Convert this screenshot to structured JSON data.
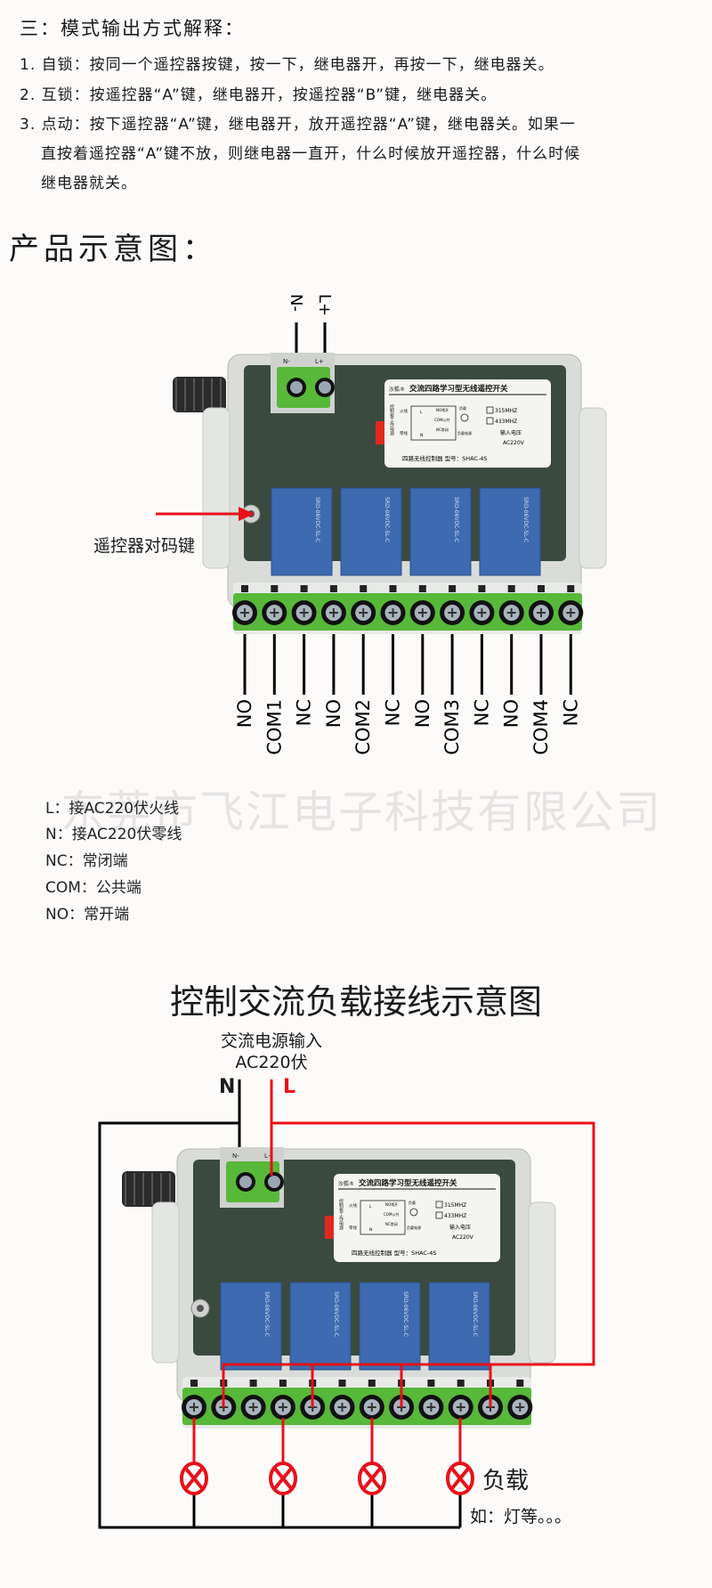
{
  "section3": {
    "heading": "三：模式输出方式解释：",
    "lines": [
      "1. 自锁：按同一个遥控器按键，按一下，继电器开，再按一下，继电器关。",
      "2. 互锁：按遥控器“A”键，继电器开，按遥控器“B”键，继电器关。",
      "3. 点动：按下遥控器“A”键，继电器开，放开遥控器“A”键，继电器关。如果一",
      "直按着遥控器“A”键不放，则继电器一直开，什么时候放开遥控器，什么时候",
      "继电器就关。"
    ]
  },
  "product": {
    "heading": "产品示意图：",
    "power_terminals": [
      "N-",
      "L+"
    ],
    "pair_button_label": "遥控器对码键",
    "output_terminals": [
      "NO",
      "COM1",
      "NC",
      "NO",
      "COM2",
      "NC",
      "NO",
      "COM3",
      "NC",
      "NO",
      "COM4",
      "NC"
    ],
    "watermark": "东莞市飞江电子科技有限公司"
  },
  "device_label": {
    "brand": "沙狐®",
    "title": "交流四路学习型无线遥控开关",
    "side": "控制板工作电源",
    "live": "火线",
    "neutral": "零线",
    "L": "L",
    "N": "N",
    "no": "NO常开",
    "com": "COM公共",
    "nc": "NC常闭",
    "load": "负载",
    "load_power": "负载电源",
    "freq1": "315MHZ",
    "freq2": "433MHZ",
    "input_voltage": "输入电压",
    "voltage": "AC220V",
    "footer": "四路无线控制器  型号：SHAC-4S",
    "relay_text": "SRD-06VDC-SL-C",
    "terminal_marks": [
      "N-",
      "L+"
    ]
  },
  "legend": [
    "L：接AC220伏火线",
    "N：接AC220伏零线",
    "NC：常闭端",
    "COM：公共端",
    "NO：常开端"
  ],
  "wiring": {
    "title": "控制交流负载接线示意图",
    "source_line1": "交流电源输入",
    "source_line2": "AC220伏",
    "n_label": "N",
    "l_label": "L",
    "load_label": "负载",
    "example": "如：灯等。。。"
  },
  "colors": {
    "red": "#e8101a",
    "green": "#58b83a",
    "relay": "#3d6ab0"
  }
}
